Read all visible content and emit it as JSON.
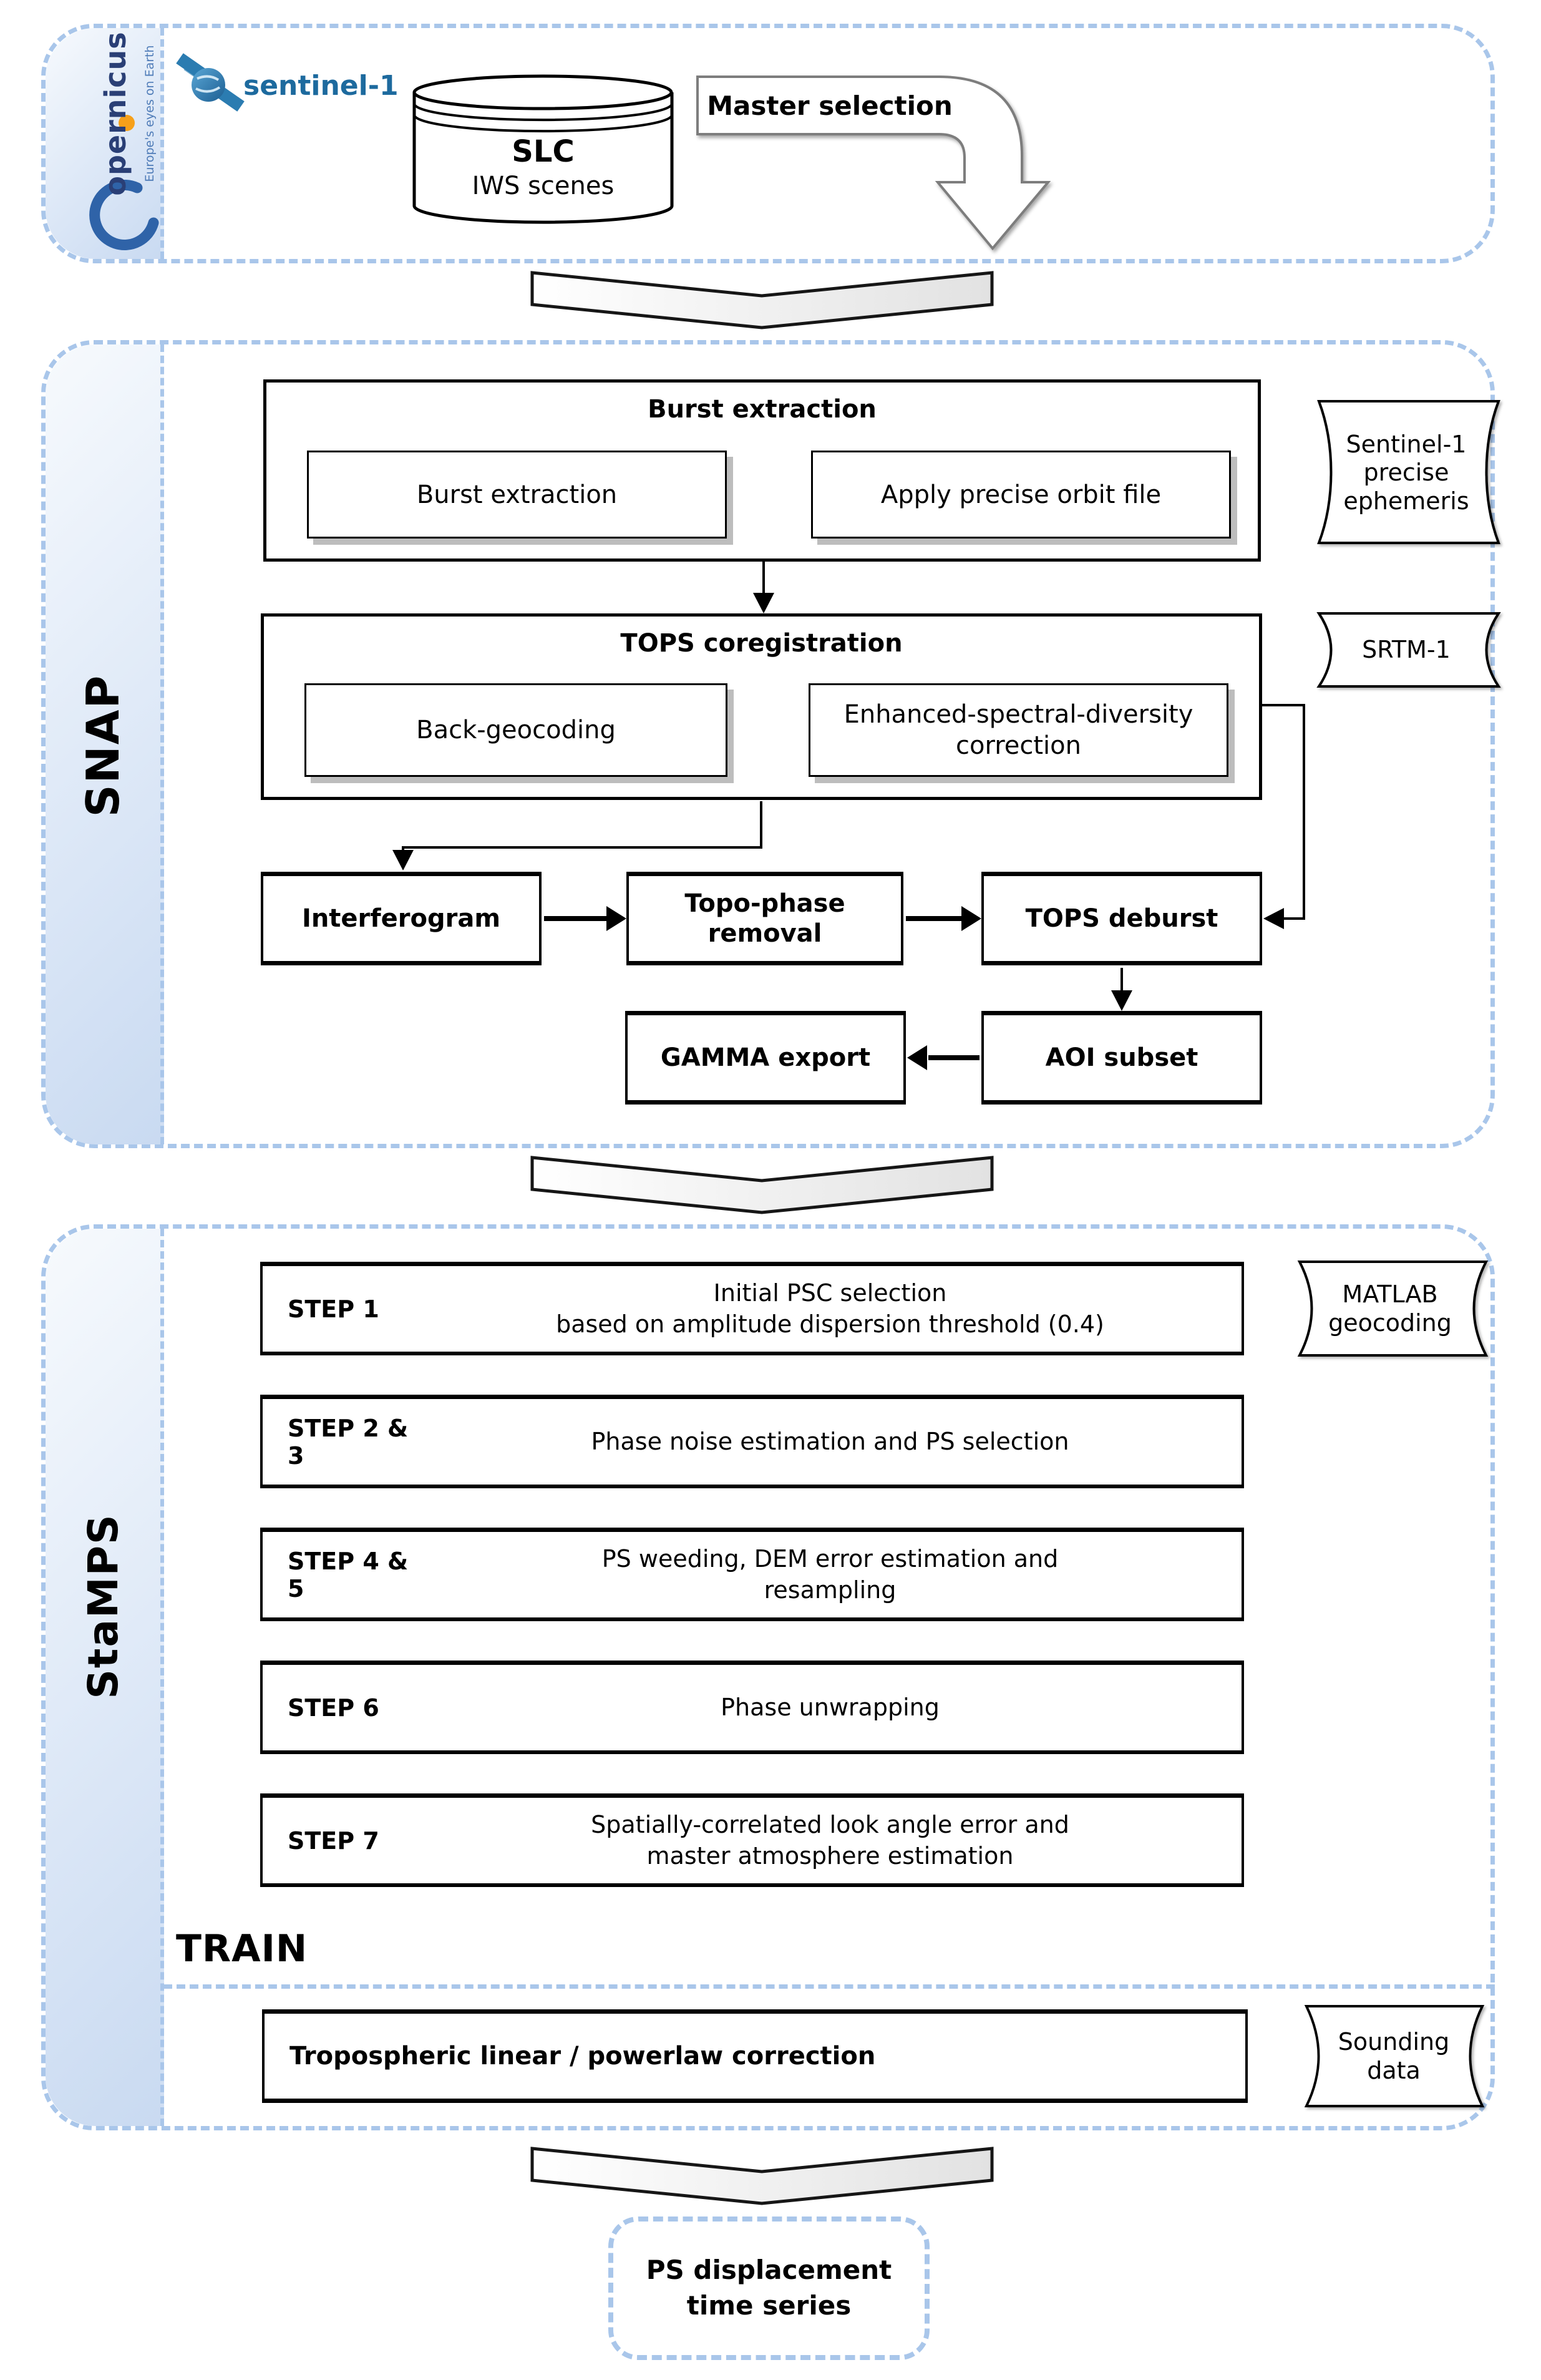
{
  "header": {
    "copernicus": {
      "wordmark": "opernicus",
      "tagline": "Europe's eyes on Earth"
    },
    "sentinel": {
      "wordmark": "sentinel-1"
    },
    "database": {
      "title": "SLC",
      "subtitle": "IWS scenes"
    },
    "master_selection": "Master selection"
  },
  "snap": {
    "label": "SNAP",
    "burst_group": {
      "title": "Burst extraction",
      "items": [
        "Burst extraction",
        "Apply precise orbit file"
      ]
    },
    "tops_group": {
      "title": "TOPS coregistration",
      "items": [
        "Back-geocoding",
        "Enhanced-spectral-diversity correction"
      ]
    },
    "flow": {
      "interferogram": "Interferogram",
      "topo_phase": "Topo-phase removal",
      "tops_deburst": "TOPS deburst",
      "gamma_export": "GAMMA export",
      "aoi_subset": "AOI subset"
    },
    "inputs": {
      "ephemeris": [
        "Sentinel-1",
        "precise",
        "ephemeris"
      ],
      "srtm": "SRTM-1"
    }
  },
  "stamps": {
    "label": "StaMPS",
    "matlab": [
      "MATLAB",
      "geocoding"
    ],
    "steps": [
      {
        "label": "STEP 1",
        "lines": [
          "Initial PSC selection",
          "based on amplitude dispersion threshold (0.4)"
        ]
      },
      {
        "label": "STEP 2 & 3",
        "lines": [
          "Phase noise estimation and PS selection"
        ]
      },
      {
        "label": "STEP 4 & 5",
        "lines": [
          "PS weeding, DEM error estimation and",
          "resampling"
        ]
      },
      {
        "label": "STEP 6",
        "lines": [
          "Phase unwrapping"
        ]
      },
      {
        "label": "STEP 7",
        "lines": [
          "Spatially-correlated look angle error and",
          "master atmosphere estimation"
        ]
      }
    ]
  },
  "train": {
    "label": "TRAIN",
    "correction_box": "Tropospheric linear / powerlaw correction",
    "sounding": [
      "Sounding",
      "data"
    ]
  },
  "output": {
    "lines": [
      "PS displacement",
      "time series"
    ]
  },
  "icons": {
    "satellite": "satellite-icon",
    "database": "database-cylinder-icon",
    "chevron": "chevron-down-shape",
    "crescent": "copernicus-crescent-icon"
  },
  "colors": {
    "dash_blue": "#a9c6ea",
    "navy": "#2a3f76",
    "sentinel_blue": "#1d6a9e",
    "orange": "#f6a01a"
  }
}
